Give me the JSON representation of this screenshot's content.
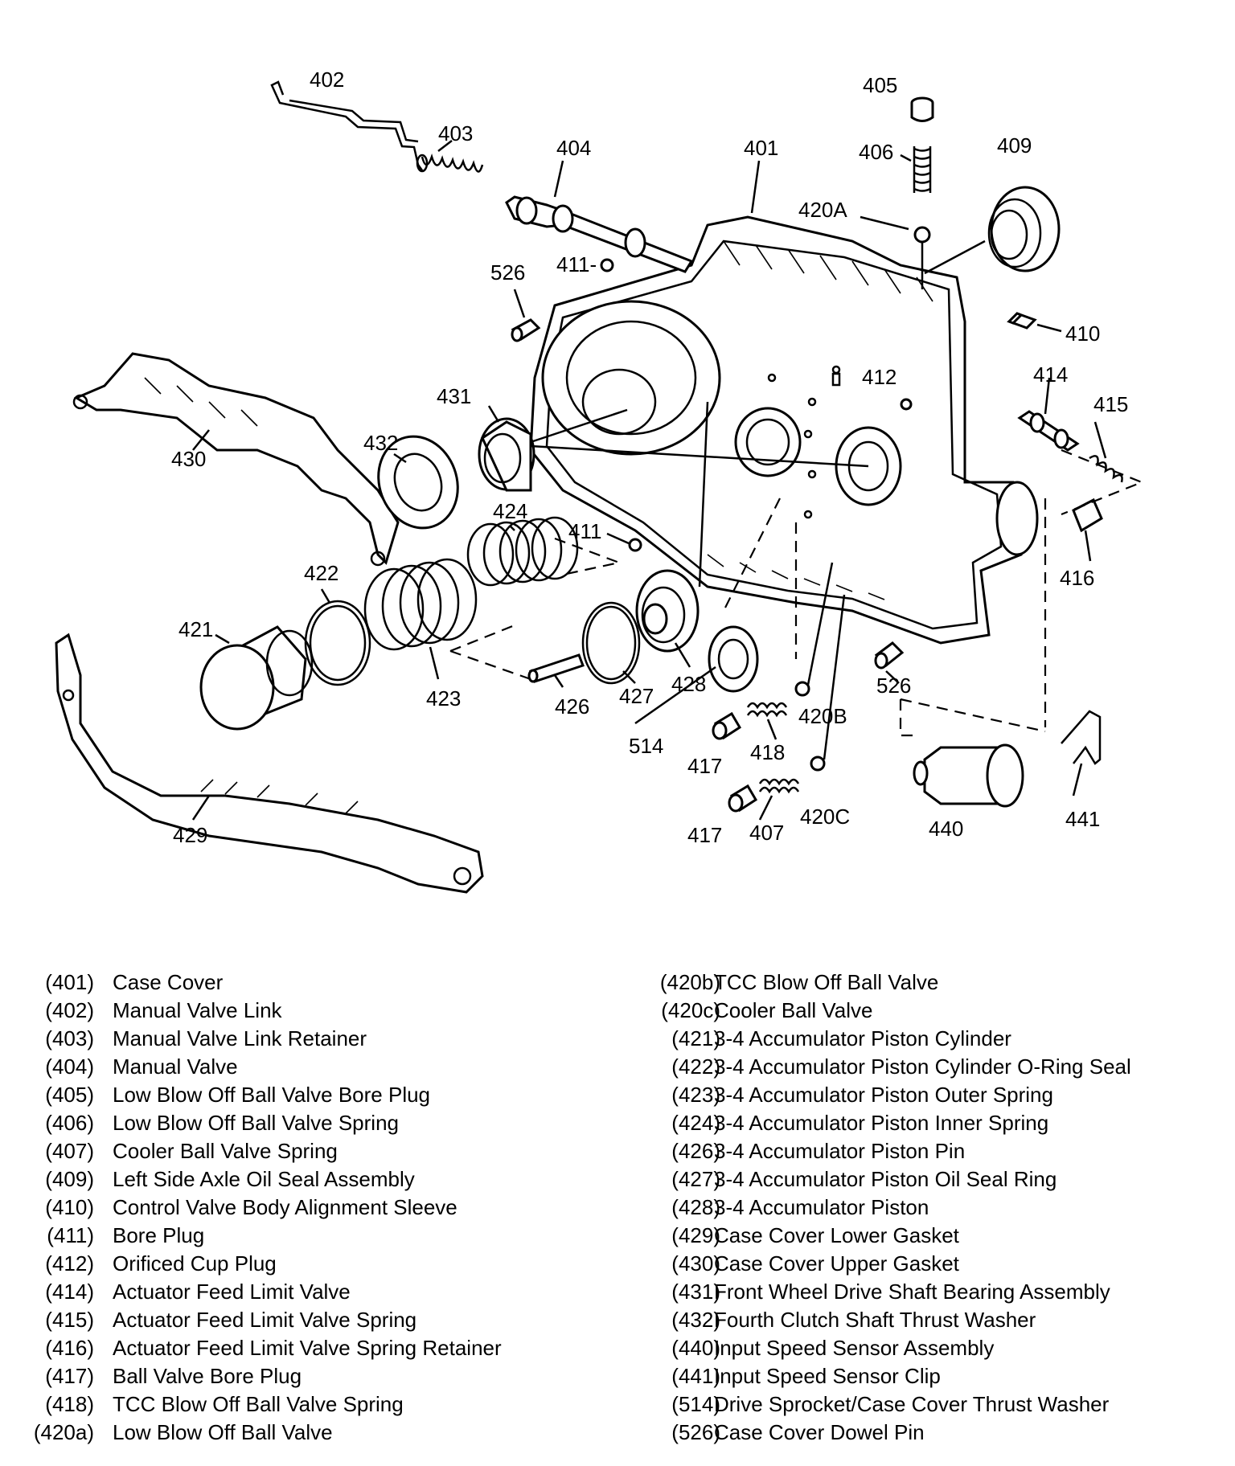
{
  "callouts": {
    "c401": "401",
    "c402": "402",
    "c403": "403",
    "c404": "404",
    "c405": "405",
    "c406": "406",
    "c409": "409",
    "c410": "410",
    "c411a": "411-",
    "c411b": "411",
    "c412": "412",
    "c414": "414",
    "c415": "415",
    "c416": "416",
    "c417a": "417",
    "c417b": "417",
    "c418": "418",
    "c407": "407",
    "c420A": "420A",
    "c420B": "420B",
    "c420C": "420C",
    "c421": "421",
    "c422": "422",
    "c423": "423",
    "c424": "424",
    "c426": "426",
    "c427": "427",
    "c428": "428",
    "c429": "429",
    "c430": "430",
    "c431": "431",
    "c432": "432",
    "c440": "440",
    "c441": "441",
    "c514": "514",
    "c526a": "526",
    "c526b": "526"
  },
  "legend": {
    "left": [
      {
        "num": "(401)",
        "label": "Case Cover"
      },
      {
        "num": "(402)",
        "label": "Manual Valve Link"
      },
      {
        "num": "(403)",
        "label": "Manual Valve Link Retainer"
      },
      {
        "num": "(404)",
        "label": "Manual Valve"
      },
      {
        "num": "(405)",
        "label": "Low Blow Off Ball Valve Bore Plug"
      },
      {
        "num": "(406)",
        "label": "Low Blow Off Ball Valve Spring"
      },
      {
        "num": "(407)",
        "label": "Cooler Ball Valve Spring"
      },
      {
        "num": "(409)",
        "label": "Left Side Axle Oil Seal Assembly"
      },
      {
        "num": "(410)",
        "label": "Control Valve Body Alignment Sleeve"
      },
      {
        "num": "(411)",
        "label": "Bore Plug"
      },
      {
        "num": "(412)",
        "label": "Orificed Cup Plug"
      },
      {
        "num": "(414)",
        "label": "Actuator Feed Limit Valve"
      },
      {
        "num": "(415)",
        "label": "Actuator Feed Limit Valve Spring"
      },
      {
        "num": "(416)",
        "label": "Actuator Feed Limit Valve Spring Retainer"
      },
      {
        "num": "(417)",
        "label": "Ball Valve Bore Plug"
      },
      {
        "num": "(418)",
        "label": "TCC Blow Off Ball Valve Spring"
      },
      {
        "num": "(420a)",
        "label": "Low Blow Off Ball Valve"
      }
    ],
    "right": [
      {
        "num": "(420b)",
        "label": "TCC Blow Off Ball Valve"
      },
      {
        "num": "(420c)",
        "label": "Cooler Ball Valve"
      },
      {
        "num": "(421)",
        "label": "3-4 Accumulator Piston Cylinder"
      },
      {
        "num": "(422)",
        "label": "3-4 Accumulator Piston Cylinder O-Ring Seal"
      },
      {
        "num": "(423)",
        "label": "3-4 Accumulator Piston Outer Spring"
      },
      {
        "num": "(424)",
        "label": "3-4 Accumulator Piston Inner Spring"
      },
      {
        "num": "(426)",
        "label": "3-4 Accumulator Piston Pin"
      },
      {
        "num": "(427)",
        "label": "3-4 Accumulator Piston Oil Seal Ring"
      },
      {
        "num": "(428)",
        "label": "3-4 Accumulator Piston"
      },
      {
        "num": "(429)",
        "label": "Case Cover Lower Gasket"
      },
      {
        "num": "(430)",
        "label": "Case Cover Upper Gasket"
      },
      {
        "num": "(431)",
        "label": "Front Wheel Drive Shaft Bearing Assembly"
      },
      {
        "num": "(432)",
        "label": "Fourth Clutch Shaft Thrust Washer"
      },
      {
        "num": "(440)",
        "label": "Input Speed Sensor Assembly"
      },
      {
        "num": "(441)",
        "label": "Input Speed Sensor Clip"
      },
      {
        "num": "(514)",
        "label": "Drive Sprocket/Case Cover Thrust Washer"
      },
      {
        "num": "(526)",
        "label": "Case Cover Dowel Pin"
      }
    ]
  }
}
